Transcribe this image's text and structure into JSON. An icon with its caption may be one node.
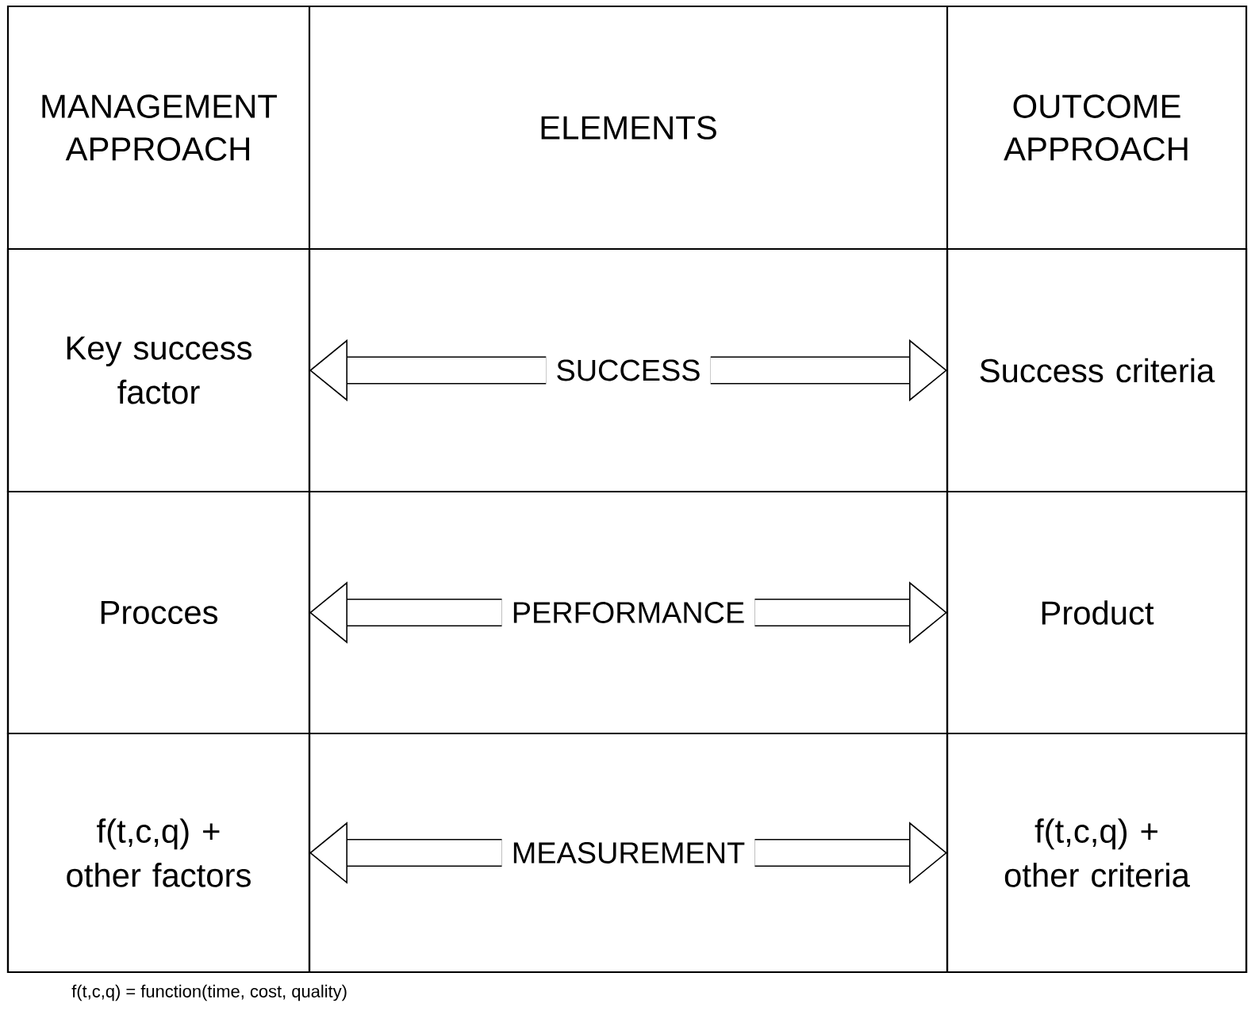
{
  "diagram": {
    "nodes": [
      {
        "text": [
          "MANAGEMENT APPROACH"
        ]
      },
      {
        "text": [
          "ELEMENTS"
        ]
      },
      {
        "text": [
          "OUTCOME APPROACH"
        ]
      },
      {
        "text": [
          "Key success factor"
        ]
      },
      {
        "text": [
          "SUCCESS"
        ]
      },
      {
        "text": [
          "Success criteria"
        ]
      },
      {
        "text": [
          "Procces"
        ]
      },
      {
        "text": [
          "PERFORMANCE"
        ]
      },
      {
        "text": [
          "Product"
        ]
      },
      {
        "text": [
          "f(t,c,q) + other factors"
        ]
      },
      {
        "text": [
          "MEASUREMENT"
        ]
      },
      {
        "text": [
          "f(t,c,q) + other criteria"
        ]
      }
    ],
    "edges": [
      {
        "from": 4,
        "to": 3,
        "arrow": "to"
      },
      {
        "from": 4,
        "to": 5,
        "arrow": "to"
      },
      {
        "from": 7,
        "to": 6,
        "arrow": "to"
      },
      {
        "from": 7,
        "to": 8,
        "arrow": "to"
      },
      {
        "from": 10,
        "to": 9,
        "arrow": "to"
      },
      {
        "from": 10,
        "to": 11,
        "arrow": "to"
      }
    ],
    "labels": [
      "f(t,c,q) = function(time, cost, quality)"
    ]
  }
}
